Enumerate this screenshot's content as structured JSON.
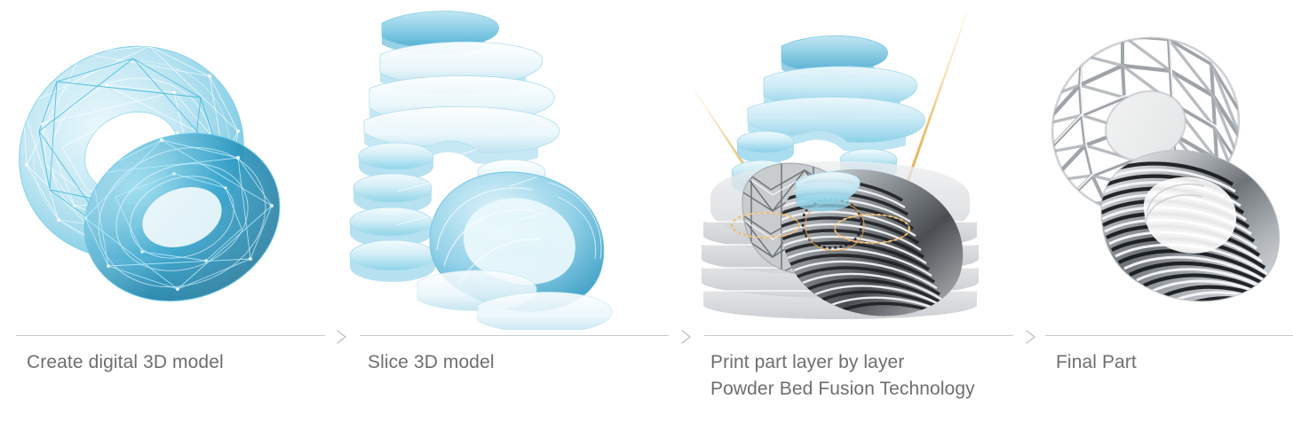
{
  "page": {
    "background_color": "#ffffff",
    "text_color": "#6e6e6e",
    "divider_color": "#c9c9c9",
    "chevron_color": "#c2c2c2",
    "accent_blue": "#3fb6dc",
    "accent_blue_deep": "#1f8cb5",
    "accent_laser": "#e9b56a",
    "accent_metal": "#9aa0a6"
  },
  "steps": [
    {
      "index": "1",
      "caption_line1": "Create digital 3D model",
      "caption_line2": "",
      "artwork": "torus-knot-wireframe-digital-model",
      "separator_icon": "chevron-right-icon"
    },
    {
      "index": "2",
      "caption_line1": "Slice 3D model",
      "caption_line2": "",
      "artwork": "torus-knot-sliced-layers",
      "separator_icon": "chevron-right-icon"
    },
    {
      "index": "3",
      "caption_line1": "Print part layer by layer",
      "caption_line2": "Powder Bed Fusion Technology",
      "artwork": "powder-bed-fusion-laser-printing",
      "separator_icon": "chevron-right-icon"
    },
    {
      "index": "4",
      "caption_line1": "Final Part",
      "caption_line2": "",
      "artwork": "metallic-lattice-torus-knot-final-part",
      "separator_icon": ""
    }
  ]
}
